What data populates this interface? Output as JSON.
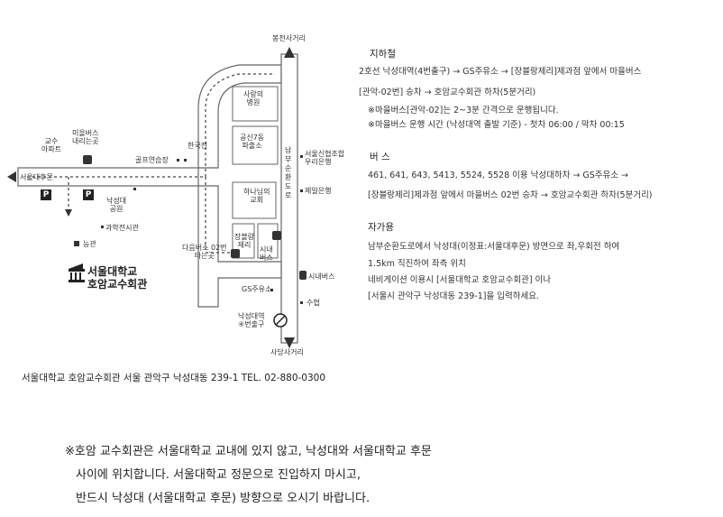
{
  "map": {
    "north_road": "봉천사거리",
    "south_road": "사당사거리",
    "west_gate": "서울대후문",
    "road_east": "남부순환도로",
    "labels": {
      "professor_apt": "교수\n아파트",
      "mieulbus_stop": "미을버스\n내리는곳",
      "golf": "골프연습장",
      "korea_electric": "한국전",
      "satdri_building": "사랑의\n병원",
      "gongsin": "공신7동\n파출소",
      "seoul_credit": "서울신협조합\n우리은행",
      "hani_church": "하나님의\n교회",
      "jeil_bank": "제일은행",
      "park": "낙성대\n공원",
      "science_hall": "과학전시관",
      "doosan": "능관",
      "bus_02": "다음버스 02번\n타는곳",
      "jangbeul": "장블랑\n제리",
      "city_bus": "시내\n버스",
      "city_bus_right": "시내버스",
      "gs": "GS주유소",
      "suhyeop": "수협",
      "station": "낙성대역\n④번출구"
    },
    "hall_name_line1": "서울대학교",
    "hall_name_line2": "호암교수회관",
    "parking": "P"
  },
  "info": {
    "subway_title": "지하철",
    "subway_lines": [
      "2호선 낙성대역(4번출구) → GS주유소 → [장블랑제리]제과점 앞에서 마을버스",
      "[관악-02번] 승차 → 호암교수회관 하차(5분거리)",
      "※마을버스[관악-02]는 2~3분 간격으로 운행됩니다.",
      "※마을버스 운행 시간 (낙성대역 출발 기준) - 첫차 06:00 / 막차 00:15"
    ],
    "bus_title": "버 스",
    "bus_lines": [
      "461, 641, 643, 5413, 5524, 5528 이용 낙성대하차 → GS주유소 →",
      "[장블랑제리]제과점 앞에서 마을버스 02번 승차 → 호암교수회관 하차(5분거리)"
    ],
    "car_title": "자가용",
    "car_lines": [
      "남부순환도로에서 낙성대(이정표:서울대후문) 방면으로 좌,우회전 하여",
      "1.5km 직진하여 좌측 위치",
      "네비게이션 이용시 [서울대학교 호암교수회관] 이나",
      "[서울시 관악구 낙성대동 239-1]을 입력하세요."
    ]
  },
  "caption": "서울대학교 호암교수회관  서울 관악구 낙성대동 239-1  TEL. 02-880-0300",
  "notes": [
    "※호암 교수회관은 서울대학교 교내에 있지 않고, 낙성대와 서울대학교 후문",
    "사이에 위치합니다. 서울대학교 정문으로 진입하지 마시고,",
    "반드시 낙성대 (서울대학교 후문) 방향으로 오시기 바랍니다."
  ]
}
